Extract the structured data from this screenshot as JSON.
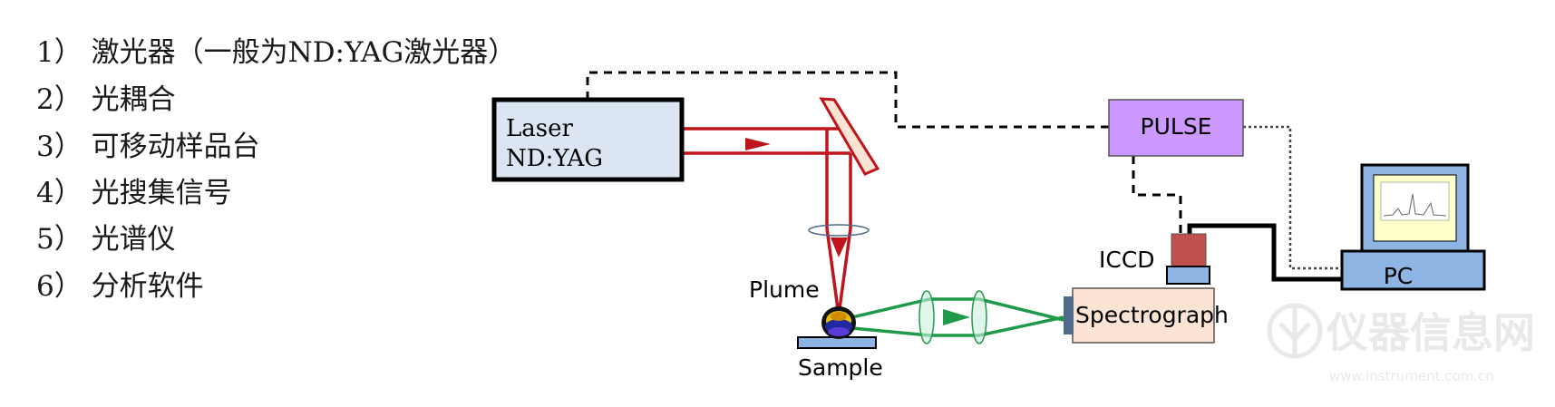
{
  "list": [
    "1） 激光器（一般为ND:YAG激光器）",
    "2） 光耦合",
    "3） 可移动样品台",
    "4） 光搜集信号",
    "5） 光谱仪",
    "6） 分析软件"
  ],
  "diagram": {
    "laser_line1": "Laser",
    "laser_line2": "ND:YAG",
    "pulse": "PULSE",
    "iccd": "ICCD",
    "spectrograph": "Spectrograph",
    "pc": "PC",
    "plume": "Plume",
    "sample": "Sample"
  },
  "watermark": {
    "text": "仪器信息网",
    "url": "www.instrument.com.cn"
  },
  "colors": {
    "laser_beam": "#c0141c",
    "signal_beam": "#1f9a4a",
    "laser_box": "#dce6f2",
    "pulse_box": "#cc99ff",
    "spectrograph_box": "#fce4d4",
    "iccd_top": "#c0504d",
    "iccd_base": "#8eb4e3",
    "pc_blue": "#8eb4e3"
  }
}
